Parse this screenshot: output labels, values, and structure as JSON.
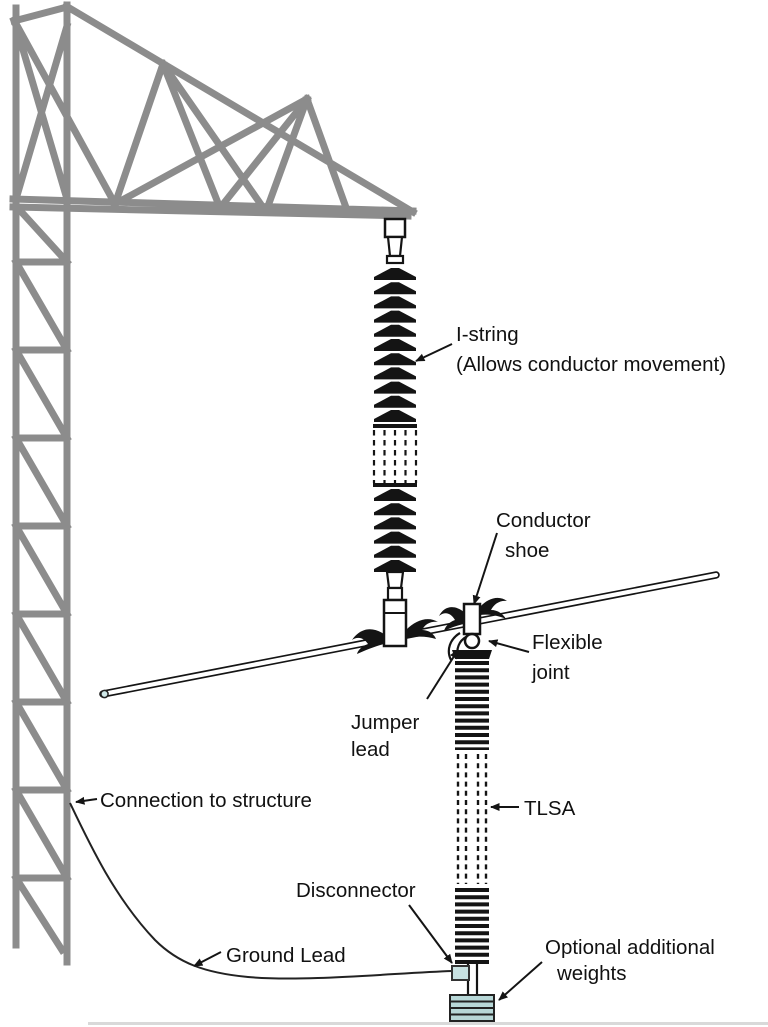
{
  "diagram": {
    "labels": {
      "i_string_line1": "I-string",
      "i_string_line2": "(Allows conductor movement)",
      "conductor_shoe_line1": "Conductor",
      "conductor_shoe_line2": "shoe",
      "flexible_joint_line1": "Flexible",
      "flexible_joint_line2": "joint",
      "jumper_lead_line1": "Jumper",
      "jumper_lead_line2": "lead",
      "tlsa": "TLSA",
      "connection_to_structure": "Connection to structure",
      "disconnector": "Disconnector",
      "ground_lead": "Ground Lead",
      "optional_weights_line1": "Optional additional",
      "optional_weights_line2": "weights"
    },
    "colors": {
      "tower_gray": "#8c8c8c",
      "ink_black": "#141414",
      "weight_fill": "#b7d7d7",
      "disconnector_fill": "#c8e2e2",
      "conductor_cap_fill": "#cfe8e8",
      "background": "#ffffff"
    }
  }
}
